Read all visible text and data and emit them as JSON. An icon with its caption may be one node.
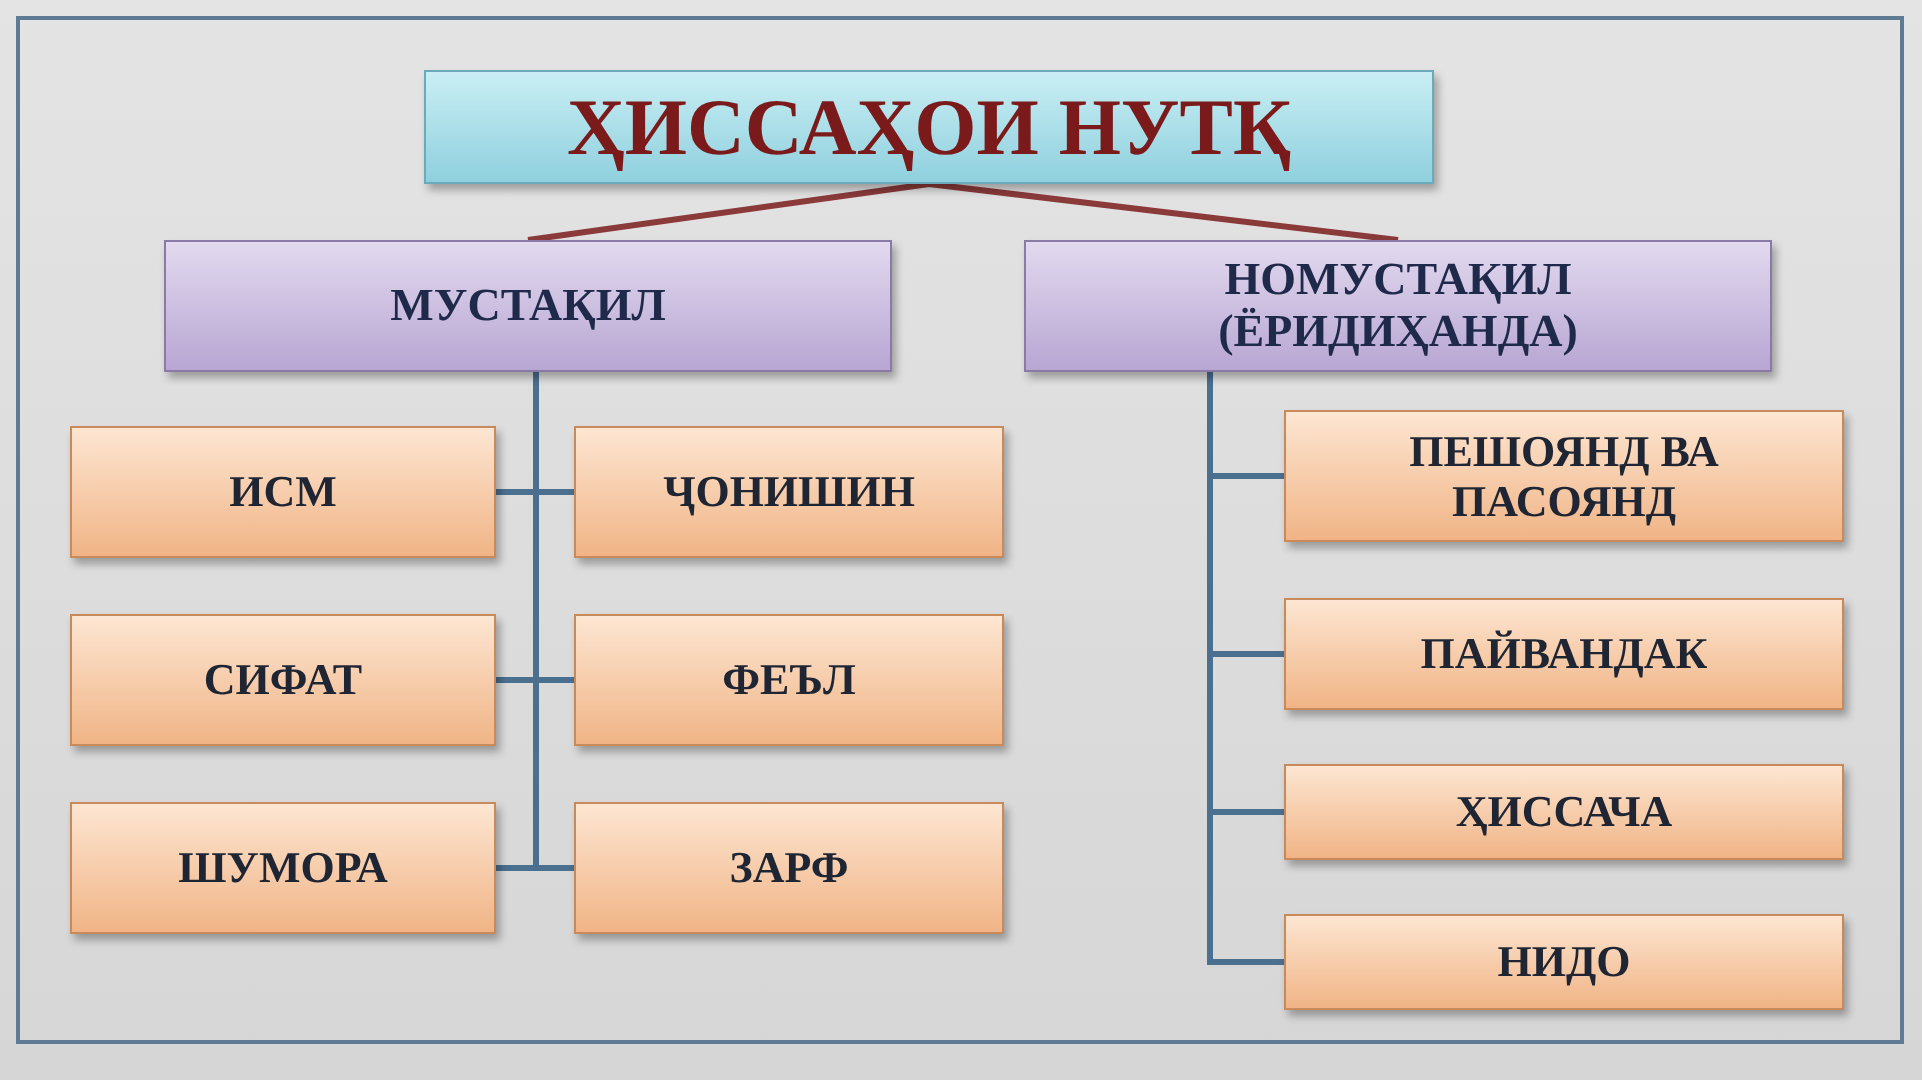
{
  "diagram": {
    "nodes": [
      {
        "text": [
          "ҲИССАҲОИ НУТҚ"
        ]
      },
      {
        "text": [
          "МУСТАҚИЛ"
        ]
      },
      {
        "text": [
          "НОМУСТАҚИЛ (ЁРИДИҲАНДА)"
        ]
      },
      {
        "text": [
          "ИСМ"
        ]
      },
      {
        "text": [
          "ҶОНИШИН"
        ]
      },
      {
        "text": [
          "СИФАТ"
        ]
      },
      {
        "text": [
          "ФЕЪЛ"
        ]
      },
      {
        "text": [
          "ШУМОРА"
        ]
      },
      {
        "text": [
          "ЗАРФ"
        ]
      },
      {
        "text": [
          "ПЕШОЯНД ВА ПАСОЯНД"
        ]
      },
      {
        "text": [
          "ПАЙВАНДАК"
        ]
      },
      {
        "text": [
          "ҲИССАЧА"
        ]
      },
      {
        "text": [
          "НИДО"
        ]
      }
    ],
    "edges": [
      {
        "from": 0,
        "to": 1,
        "arrow": "none",
        "color": "#8b3a3a"
      },
      {
        "from": 0,
        "to": 2,
        "arrow": "none",
        "color": "#8b3a3a"
      },
      {
        "from": 1,
        "to": 3,
        "arrow": "none"
      },
      {
        "from": 1,
        "to": 4,
        "arrow": "none"
      },
      {
        "from": 1,
        "to": 5,
        "arrow": "none"
      },
      {
        "from": 1,
        "to": 6,
        "arrow": "none"
      },
      {
        "from": 1,
        "to": 7,
        "arrow": "none"
      },
      {
        "from": 1,
        "to": 8,
        "arrow": "none"
      },
      {
        "from": 2,
        "to": 9,
        "arrow": "none"
      },
      {
        "from": 2,
        "to": 10,
        "arrow": "none"
      },
      {
        "from": 2,
        "to": 11,
        "arrow": "none"
      },
      {
        "from": 2,
        "to": 12,
        "arrow": "none"
      }
    ]
  }
}
